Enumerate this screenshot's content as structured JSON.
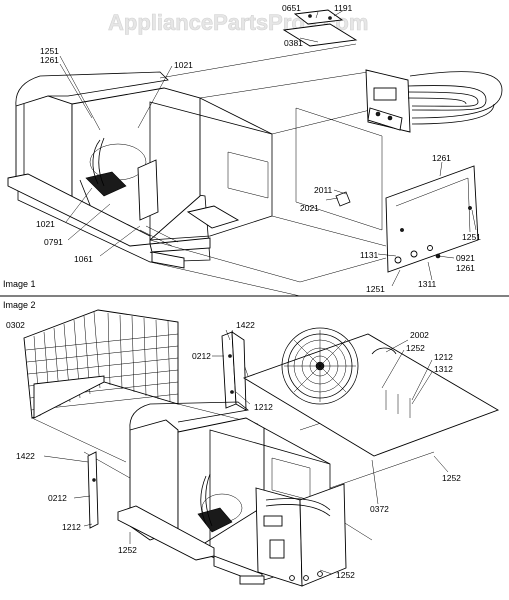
{
  "watermark": "AppliancePartsPros.com",
  "image1": {
    "caption": "Image 1",
    "labels": {
      "l0651": "0651",
      "l1191": "1191",
      "l0381": "0381",
      "l1251a": "1251",
      "l1261a": "1261",
      "l1021a": "1021",
      "l1021b": "1021",
      "l0791": "0791",
      "l1061": "1061",
      "l2011": "2011",
      "l2021": "2021",
      "l1261b": "1261",
      "l1251b": "1251",
      "l1131": "1131",
      "l0921": "0921",
      "l1261c": "1261",
      "l1311": "1311",
      "l1251c": "1251"
    }
  },
  "image2": {
    "caption": "Image 2",
    "labels": {
      "l0302": "0302",
      "l1422a": "1422",
      "l0212a": "0212",
      "l1212a": "1212",
      "l2002": "2002",
      "l1252a": "1252",
      "l1212b": "1212",
      "l1312": "1312",
      "l1422b": "1422",
      "l0212b": "0212",
      "l1212c": "1212",
      "l1252b": "1252",
      "l0372": "0372",
      "l1252c": "1252",
      "l1252d": "1252"
    }
  }
}
